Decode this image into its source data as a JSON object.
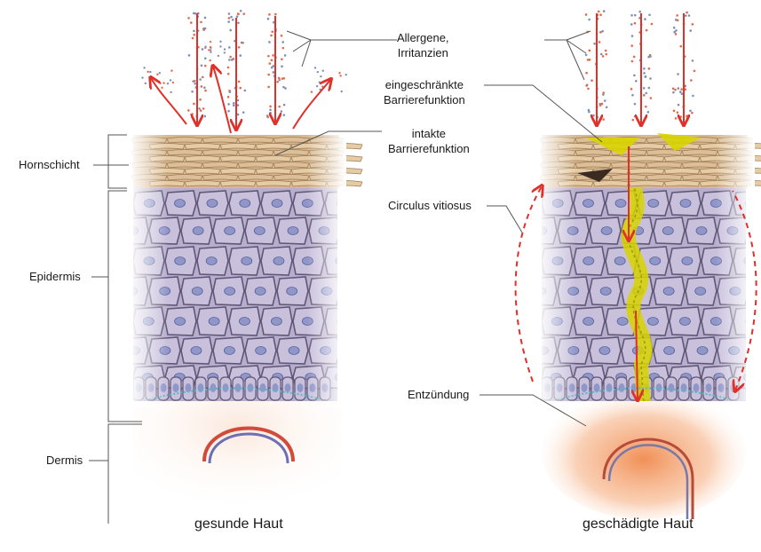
{
  "labels": {
    "allergens_line1": "Allergene,",
    "allergens_line2": "Irritanzien",
    "impaired_line1": "eingeschränkte",
    "impaired_line2": "Barrierefunktion",
    "intact_line1": "intakte",
    "intact_line2": "Barrierefunktion",
    "circulus": "Circulus vitiosus",
    "inflammation": "Entzündung",
    "stratum_corneum": "Hornschicht",
    "epidermis": "Epidermis",
    "dermis": "Dermis"
  },
  "captions": {
    "healthy": "gesunde Haut",
    "damaged": "geschädigte Haut"
  },
  "colors": {
    "cell_fill": "#c9c1dc",
    "cell_outline": "#5f5775",
    "nucleus": "#8f96c8",
    "horny_layer": "#dcbf98",
    "arrow_red": "#e0302a",
    "irritant_yellow": "#d8d400",
    "inflammation_orange": "#f2965a",
    "leader_line": "#555555"
  }
}
